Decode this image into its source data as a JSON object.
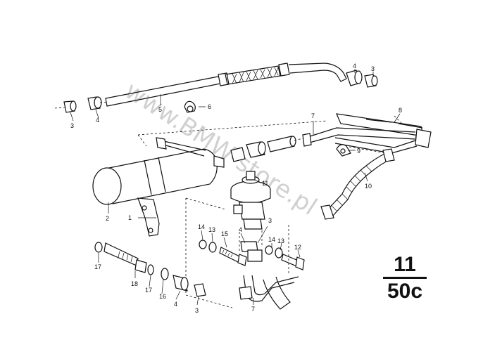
{
  "watermark": "www.BMW-store.pl",
  "group_code": {
    "major": "11",
    "minor": "50c"
  },
  "footer_ref": "",
  "callouts": {
    "c1": "1",
    "c2": "2",
    "c3a": "3",
    "c3b": "3",
    "c3c": "3",
    "c3d": "3",
    "c4a": "4",
    "c4b": "4",
    "c4c": "4",
    "c4d": "4",
    "c5": "5",
    "c6": "6",
    "c7a": "7",
    "c7b": "7",
    "c8": "8",
    "c9": "9",
    "c10": "10",
    "c11": "11",
    "c12": "12",
    "c13a": "13",
    "c13b": "13",
    "c14a": "14",
    "c14b": "14",
    "c15": "15",
    "c16": "16",
    "c17a": "17",
    "c17b": "17",
    "c18": "18"
  }
}
